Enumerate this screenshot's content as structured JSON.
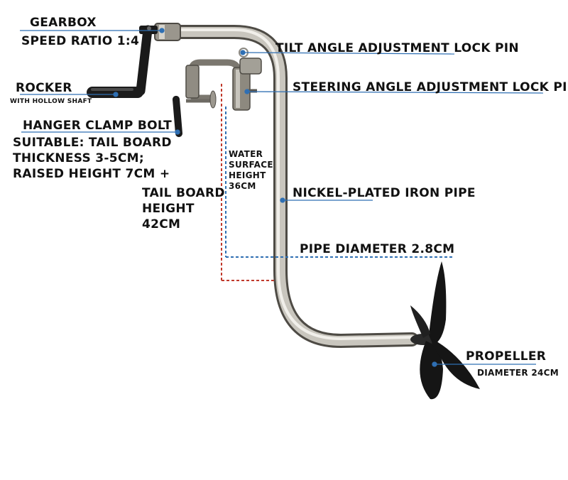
{
  "labels": {
    "gearbox": "GEARBOX",
    "speed_ratio": "SPEED RATIO 1:4",
    "rocker": "ROCKER",
    "rocker_sub": "WITH HOLLOW SHAFT",
    "clamp_bolt": "HANGER CLAMP BOLT",
    "suitable_1": "SUITABLE: TAIL BOARD",
    "suitable_2": "THICKNESS 3-5CM;",
    "suitable_3": "RAISED HEIGHT 7CM +",
    "tail_board_1": "TAIL BOARD",
    "tail_board_2": "HEIGHT",
    "tail_board_3": "42CM",
    "water_1": "WATER",
    "water_2": "SURFACE",
    "water_3": "HEIGHT",
    "water_4": "36CM",
    "tilt_pin": "TILT ANGLE ADJUSTMENT LOCK PIN",
    "steering_pin": "STEERING ANGLE ADJUSTMENT LOCK PIN",
    "pipe": "NICKEL-PLATED IRON PIPE",
    "pipe_diameter": "PIPE DIAMETER 2.8CM",
    "propeller": "PROPELLER",
    "propeller_sub": "DIAMETER 24CM"
  },
  "colors": {
    "callout": "#2f6fb3",
    "water_line": "#2f6fb3",
    "tail_line": "#c0392b",
    "pipe": "#b9b6ae",
    "handle": "#1a1a1a"
  },
  "icons": [
    "gearbox-icon",
    "crank-handle-icon",
    "clamp-icon",
    "propeller-icon"
  ]
}
